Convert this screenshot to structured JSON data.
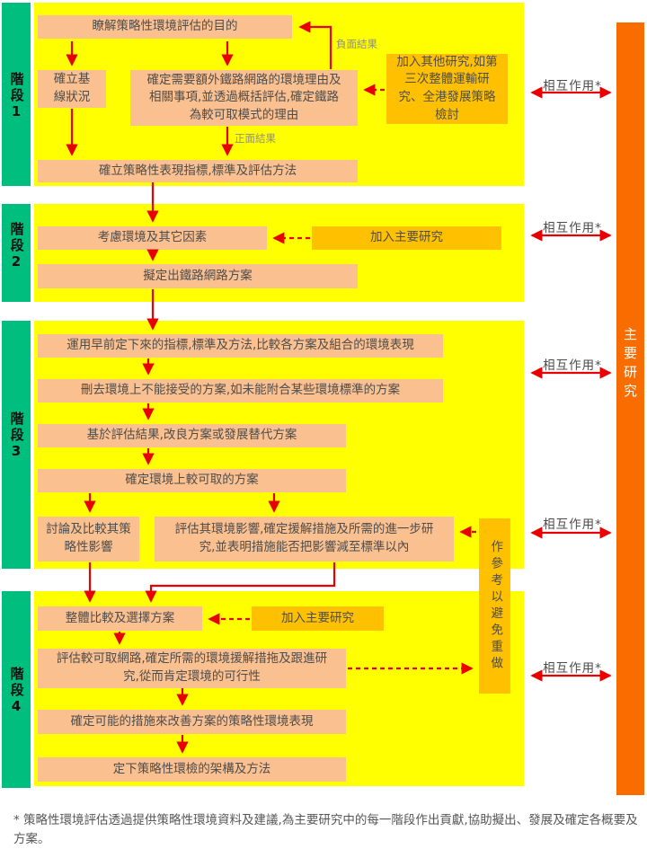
{
  "colors": {
    "panel_yellow": "#FFFF00",
    "box_peach": "#FAC090",
    "box_gold": "#FFC000",
    "stage_green": "#00BE7D",
    "main_study_orange": "#F96D00",
    "arrow_red": "#E80000"
  },
  "stages": [
    {
      "label": "階段",
      "number": "1"
    },
    {
      "label": "階段",
      "number": "2"
    },
    {
      "label": "階段",
      "number": "3"
    },
    {
      "label": "階段",
      "number": "4"
    }
  ],
  "right_bar": {
    "label": "主要研究"
  },
  "interaction_label": "相互作用*",
  "flow_labels": {
    "negative_result": "負面結果",
    "positive_result": "正面結果"
  },
  "reference_box": "作參考以避免重做",
  "boxes": {
    "understand_purpose": "瞭解策略性環境評估的目的",
    "baseline": "確立基線狀況",
    "need_for_network": "確定需要額外鐵路網路的環境理由及相關事項,並透過概括評估,確定鐵路為較可取模式的理由",
    "indicators": "確立策略性表現指標,標準及評估方法",
    "other_studies": "加入其他研究,如第三次整體運輸研究、全港發展策略檢討",
    "consider_env": "考慮環境及其它因素",
    "draft_network": "擬定出鐵路網路方案",
    "add_main_study_2": "加入主要研究",
    "apply_indicators": "運用早前定下來的指標,標準及方法,比較各方案及組合的環境表現",
    "remove_unacceptable": "刪去環境上不能接受的方案,如未能附合某些環境標準的方案",
    "improve_options": "基於評估結果,改良方案或發展替代方案",
    "identify_preferred": "確定環境上較可取的方案",
    "discuss_compare": "討論及比較其策略性影響",
    "assess_impacts": "評估其環境影響,確定援解措施及所需的進一步研究,並表明措施能否把影響減至標準以內",
    "overall_compare": "整體比較及選擇方案",
    "add_main_study_4": "加入主要研究",
    "assess_preferred_network": "評估較可取網路,確定所需的環境援解措拖及跟進研究,從而肯定環境的可行性",
    "identify_measures": "確定可能的措施來改善方案的策略性環境表現",
    "define_framework": "定下策略性環檢的架構及方法"
  },
  "footnote": "* 策略性環境評估透過提供策略性環境資料及建議,為主要研究中的每一階段作出貢獻,協助擬出、發展及確定各概要及方案。"
}
